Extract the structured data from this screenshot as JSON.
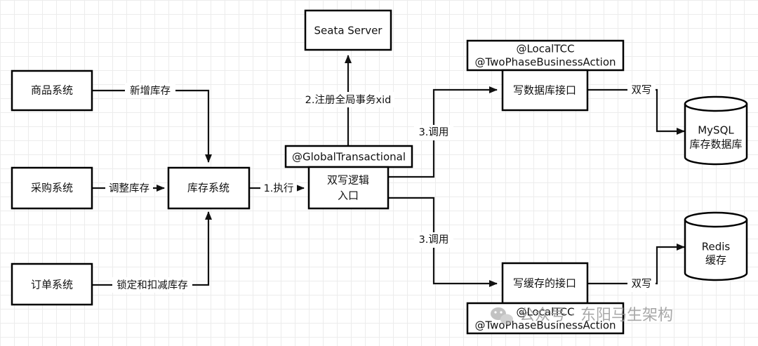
{
  "nodes": {
    "goods": "商品系统",
    "purchase": "采购系统",
    "order": "订单系统",
    "inventory": "库存系统",
    "global_tx": "@GlobalTransactional",
    "dual_write_1": "双写逻辑",
    "dual_write_2": "入口",
    "seata": "Seata Server",
    "tcc_top_1": "@LocalTCC",
    "tcc_top_2": "@TwoPhaseBusinessAction",
    "write_db": "写数据库接口",
    "write_cache": "写缓存的接口",
    "tcc_bottom_1": "@LocalTCC",
    "tcc_bottom_2": "@TwoPhaseBusinessAction",
    "mysql_1": "MySQL",
    "mysql_2": "库存数据库",
    "redis_1": "Redis",
    "redis_2": "缓存"
  },
  "edges": {
    "add_stock": "新增库存",
    "adjust_stock": "调整库存",
    "lock_deduct": "锁定和扣减库存",
    "execute": "1.执行",
    "register_xid": "2.注册全局事务xid",
    "call_db": "3.调用",
    "call_cache": "3.调用",
    "dual_write_db": "双写",
    "dual_write_cache": "双写"
  },
  "watermark": {
    "text": "公众号 · 东阳马生架构",
    "icon": "wechat-icon"
  }
}
